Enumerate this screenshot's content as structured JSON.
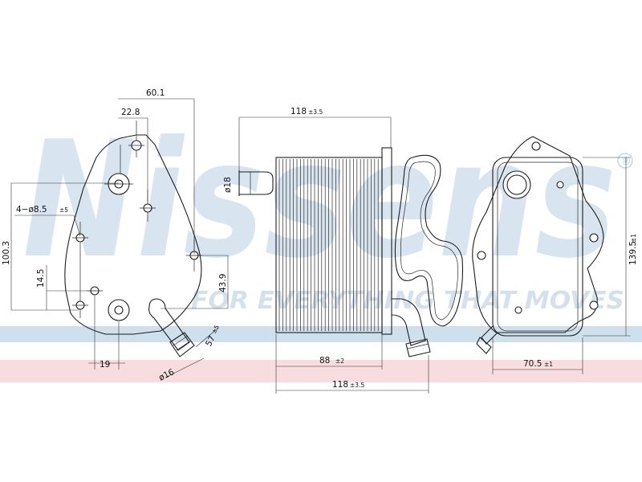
{
  "watermark": {
    "brand": "Nissens",
    "tagline": "FOR EVERYTHING THAT MOVES",
    "registered": "®",
    "colors": {
      "blue": "#aac4dc",
      "pink": "#f2c6cc",
      "red": "#e3a3ad"
    }
  },
  "front_view": {
    "dim_width_top": "60.1",
    "dim_offset_top": "22.8",
    "dim_height_left": "100.3",
    "dim_holes": "4−ø8.5",
    "dim_holes_tol": "±5",
    "dim_offset_left": "14.5",
    "dim_height_right": "43.9",
    "dim_angle": "57",
    "dim_angle_tol": "±5",
    "dim_bottom": "19",
    "dim_pipe_dia": "ø16"
  },
  "side_view": {
    "dim_pipe_dia": "ø18",
    "dim_top_width": "118",
    "dim_top_width_tol": "±3.5",
    "dim_core_width": "88",
    "dim_core_width_tol": "±2",
    "dim_total_width": "118",
    "dim_total_width_tol": "±3.5"
  },
  "end_view": {
    "dim_height": "139.5",
    "dim_height_tol": "±1",
    "dim_width": "70.5",
    "dim_width_tol": "±1"
  }
}
